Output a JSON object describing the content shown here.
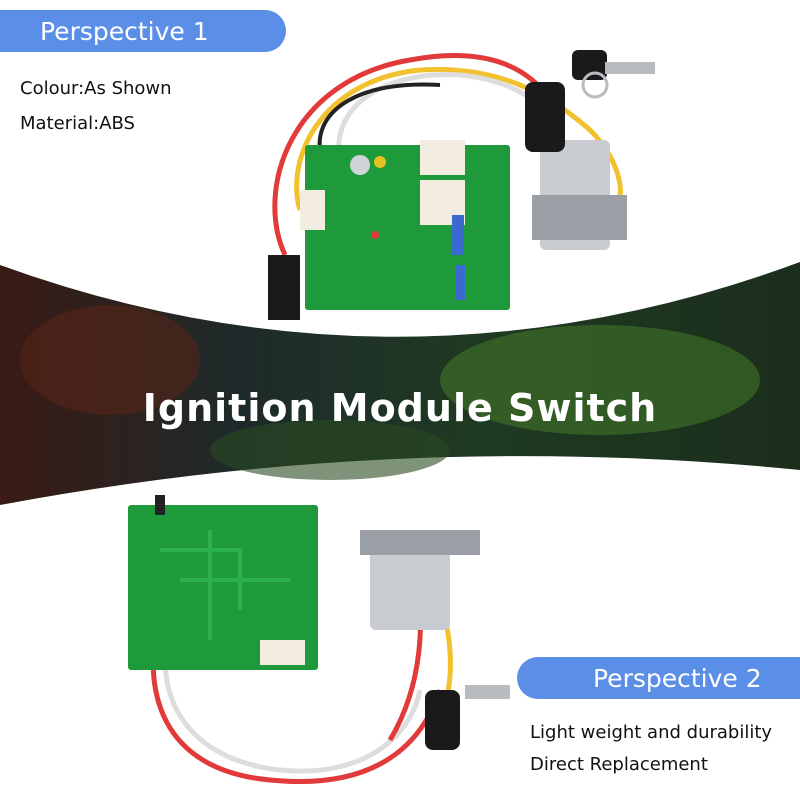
{
  "perspective_1": {
    "label": "Perspective 1",
    "specs": [
      "Colour:As Shown",
      "Material:ABS"
    ]
  },
  "headline": "Ignition Module Switch",
  "perspective_2": {
    "label": "Perspective 2",
    "specs": [
      "Light weight and durability",
      "Direct Replacement"
    ]
  },
  "colors": {
    "accent": "#5b8ee6",
    "band": "#1d2434",
    "pcb": "#1f9a3b",
    "wire_red": "#e23a3a",
    "wire_yellow": "#f2c12e"
  }
}
